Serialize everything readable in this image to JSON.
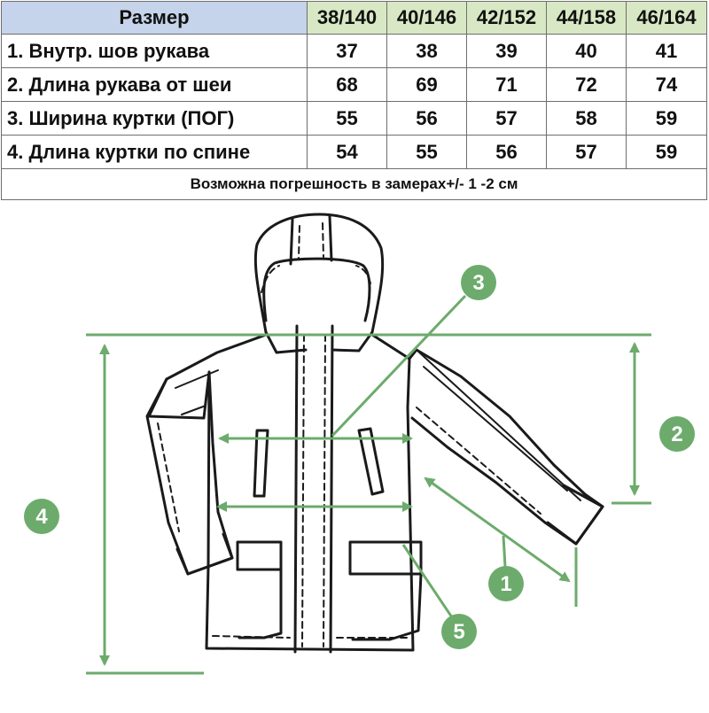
{
  "table": {
    "header_label": "Размер",
    "sizes": [
      "38/140",
      "40/146",
      "42/152",
      "44/158",
      "46/164"
    ],
    "rows": [
      {
        "label": "1. Внутр. шов рукава",
        "values": [
          "37",
          "38",
          "39",
          "40",
          "41"
        ]
      },
      {
        "label": "2. Длина рукава от шеи",
        "values": [
          "68",
          "69",
          "71",
          "72",
          "74"
        ]
      },
      {
        "label": "3. Ширина куртки (ПОГ)",
        "values": [
          "55",
          "56",
          "57",
          "58",
          "59"
        ]
      },
      {
        "label": "4. Длина куртки по спине",
        "values": [
          "54",
          "55",
          "56",
          "57",
          "59"
        ]
      }
    ],
    "note": "Возможна погрешность в замерах+/- 1 -2 см"
  },
  "markers": [
    "1",
    "2",
    "3",
    "4",
    "5"
  ],
  "colors": {
    "measure_green": "#6cab6c",
    "header_blue": "#c5d4ea",
    "header_green": "#d8e8c4",
    "outline": "#1a1a1a"
  }
}
